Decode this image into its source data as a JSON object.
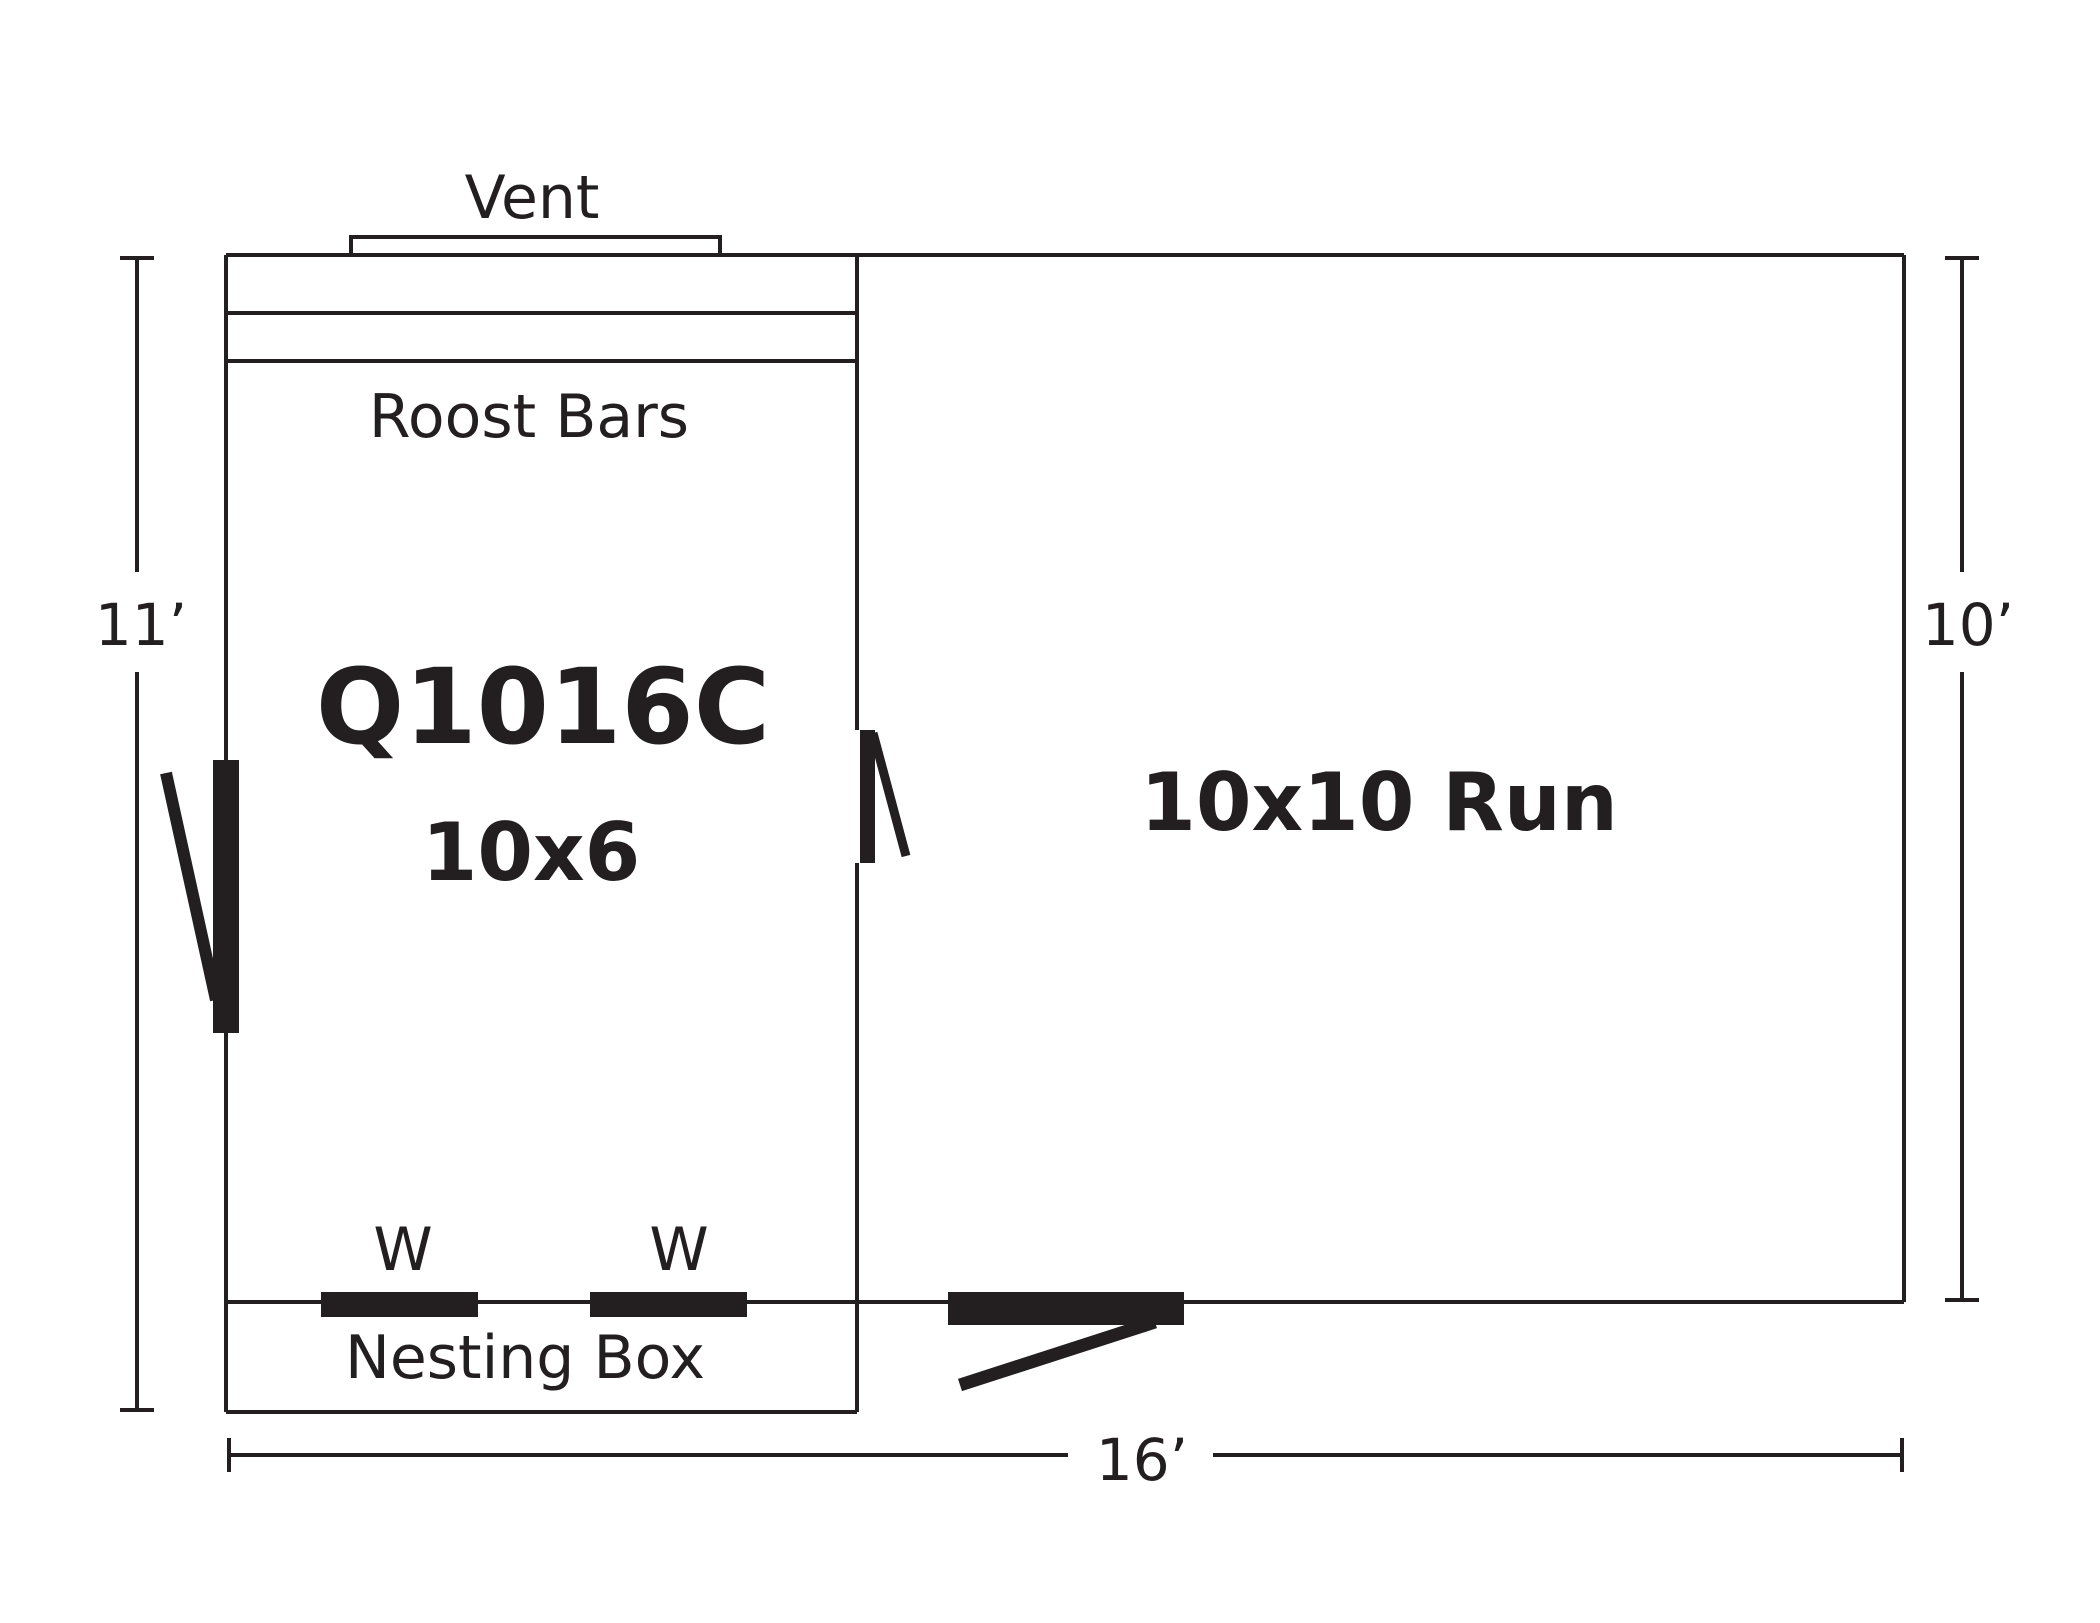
{
  "diagram": {
    "labels": {
      "vent": "Vent",
      "roost_bars": "Roost Bars",
      "model": "Q1016C",
      "coop_size": "10x6",
      "run": "10x10 Run",
      "window_left": "W",
      "window_right": "W",
      "nesting_box": "Nesting Box"
    },
    "dimensions": {
      "left": "11’",
      "right": "10’",
      "bottom": "16’"
    },
    "colors": {
      "ink": "#231f20",
      "background": "#ffffff"
    }
  }
}
